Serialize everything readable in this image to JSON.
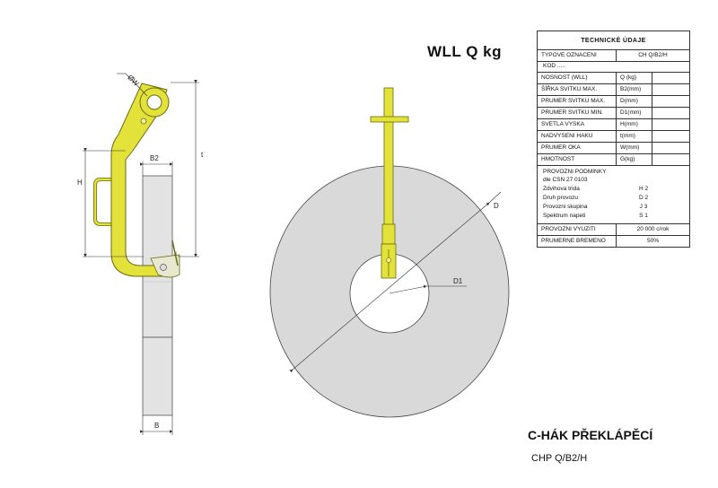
{
  "header": {
    "wll": "WLL Q kg"
  },
  "title": {
    "main": "C-HÁK PŘEKLÁPĚCÍ",
    "sub": "CHP Q/B2/H"
  },
  "dimensions": {
    "eye": "ØW",
    "width_b2": "B2",
    "height_h": "H",
    "height_t": "t",
    "width_b": "B",
    "outer_d": "D",
    "inner_d1": "D1"
  },
  "spec_table": {
    "title": "TECHNICKÉ ÚDAJE",
    "rows_top": [
      {
        "label": "TYPOVE OZNACENI",
        "value": "CH Q/B2/H"
      }
    ],
    "kod": "KOD    .....",
    "rows": [
      {
        "label": "NOSNOST (WLL)",
        "value": "Q (kg)"
      },
      {
        "label": "ŠÍŘKA SVITKU MAX.",
        "value": "B2(mm)"
      },
      {
        "label": "PRUMER SVITKU MAX.",
        "value": "D(mm)"
      },
      {
        "label": "PRUMER SVITKU MIN.",
        "value": "D1(mm)"
      },
      {
        "label": "SVETLA VYSKA",
        "value": "H(mm)"
      },
      {
        "label": "NADVYSENI HAKU",
        "value": "t(mm)"
      },
      {
        "label": "PRUMER OKA",
        "value": "W(mm)"
      },
      {
        "label": "HMOTNOST",
        "value": "G(kg)"
      }
    ],
    "ops_title_1": "PROVOZNI PODMINKY",
    "ops_title_2": "dle CSN 27 0103",
    "ops": [
      {
        "label": "Zdvihova trida",
        "value": "H 2"
      },
      {
        "label": "Druh provozu",
        "value": "D 2"
      },
      {
        "label": "Provozni skupina",
        "value": "J 3"
      },
      {
        "label": "Spektrum napeti",
        "value": "S 1"
      }
    ],
    "rows_bottom": [
      {
        "label": "PROVOZNI VYUZITI",
        "value": "20 000 c/rok"
      },
      {
        "label": "PRUMERNE BREMENO",
        "value": "50%"
      }
    ]
  },
  "colors": {
    "hook": "#e2e23a",
    "hook_stroke": "#6b6b12",
    "coil": "#d9d9d9",
    "line": "#333333"
  }
}
